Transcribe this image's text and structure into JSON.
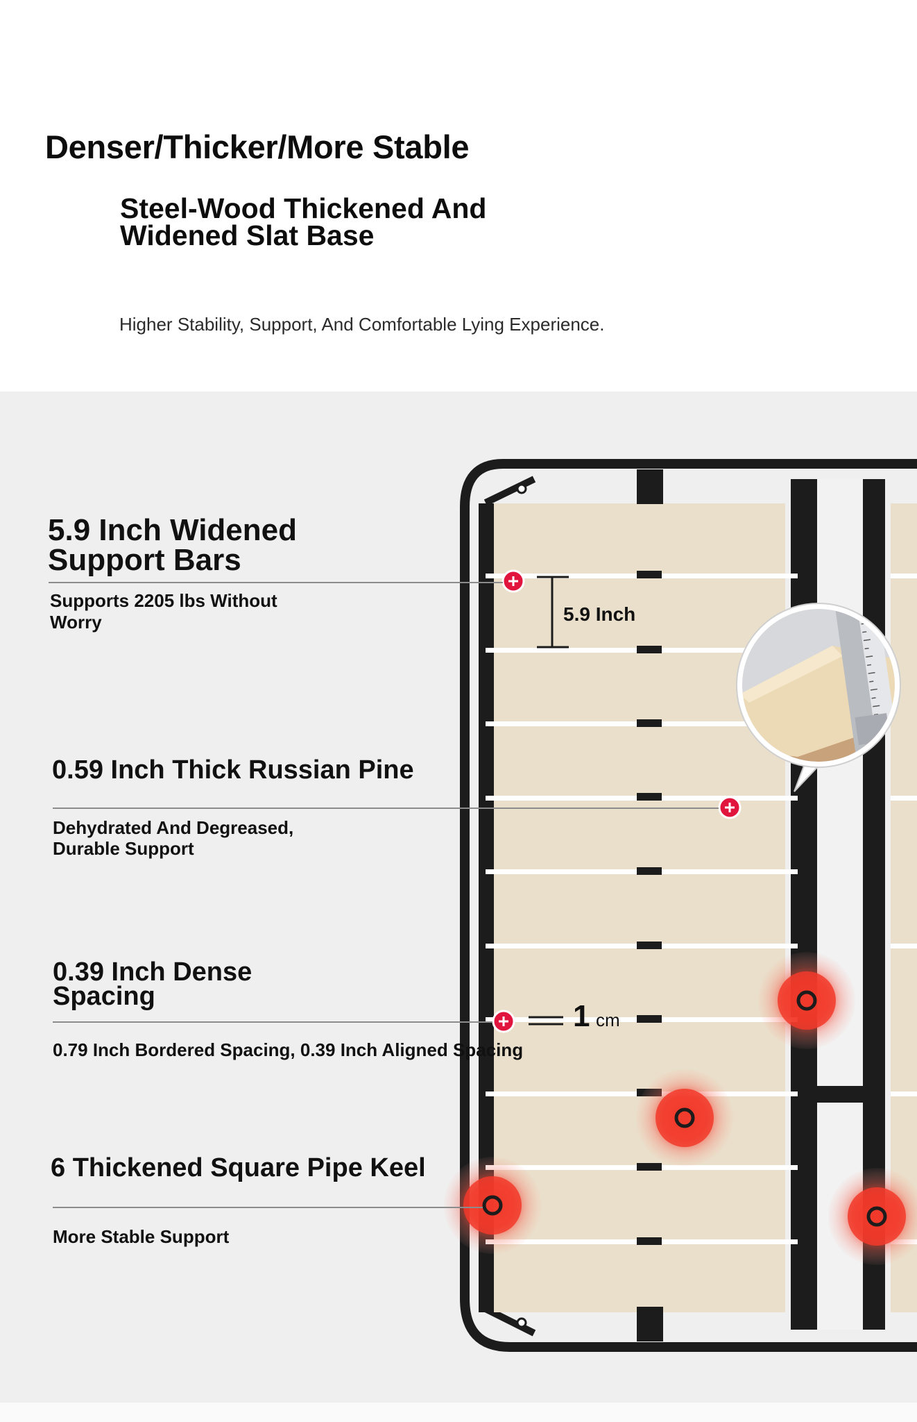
{
  "header": {
    "headline": "Denser/Thicker/More Stable",
    "subheadline_line1": "Steel-Wood Thickened And",
    "subheadline_line2": "Widened Slat Base",
    "tagline": "Higher Stability, Support, And Comfortable Lying Experience."
  },
  "features": [
    {
      "title_line1": "5.9 Inch Widened",
      "title_line2": "Support Bars",
      "desc_line1": "Supports 2205 lbs Without",
      "desc_line2": "Worry"
    },
    {
      "title_line1": "0.59 Inch Thick Russian Pine",
      "desc_line1": "Dehydrated And Degreased,",
      "desc_line2": "Durable Support"
    },
    {
      "title_line1": "0.39 Inch Dense",
      "title_line2": "Spacing",
      "desc_line1": "0.79 Inch Bordered Spacing, 0.39 Inch Aligned Spacing"
    },
    {
      "title_line1": "6 Thickened Square Pipe Keel",
      "desc_line1": "More Stable Support"
    }
  ],
  "annotations": {
    "slat_width": "5.9 Inch",
    "gap_number": "1",
    "gap_unit": "cm"
  },
  "colors": {
    "marker_red": "#e0143c",
    "ring_red": "#f23a2a",
    "frame_black": "#1c1c1c",
    "slat_wood": "#eadfca",
    "top_bg": "#ffffff",
    "bottom_bg": "#efefef"
  }
}
